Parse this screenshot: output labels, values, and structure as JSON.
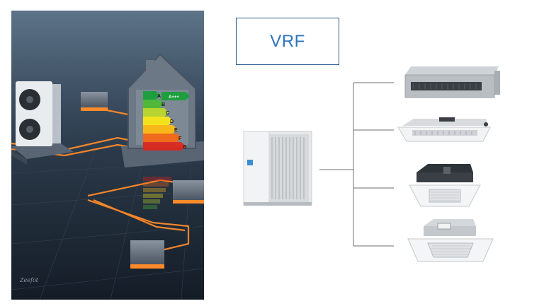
{
  "title_box": {
    "label": "VRF"
  },
  "illustration": {
    "energy_ratings": [
      "A",
      "B",
      "C",
      "D",
      "E",
      "F",
      "G"
    ],
    "top_rating": "A+++",
    "signature": "Zeefot"
  },
  "outdoor_unit": {
    "icon": "vrf-outdoor-unit-icon"
  },
  "indoor_units": [
    {
      "icon": "ducted-unit-icon"
    },
    {
      "icon": "one-way-cassette-icon"
    },
    {
      "icon": "compact-cassette-icon"
    },
    {
      "icon": "four-way-cassette-icon"
    }
  ],
  "colors": {
    "accent_orange": "#ff8a2a",
    "title_blue": "#2f74c0",
    "connector_gray": "#6f6f6f"
  }
}
